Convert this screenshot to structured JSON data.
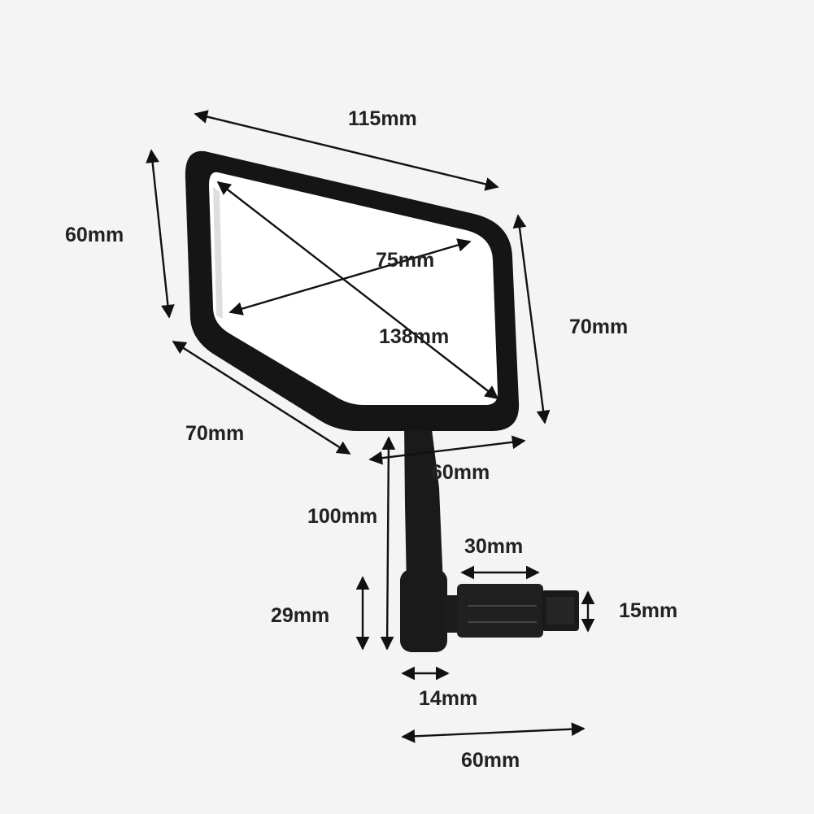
{
  "background": "#f4f4f4",
  "line_color": "#111111",
  "mirror_frame_color": "#141414",
  "mirror_glass_color": "#ffffff",
  "dimensions": {
    "frame_top_width": "115mm",
    "frame_left_height": "60mm",
    "glass_width": "75mm",
    "glass_diagonal": "138mm",
    "frame_right_height": "70mm",
    "frame_bottom_left_edge": "70mm",
    "frame_bottom_width": "60mm",
    "arm_height": "100mm",
    "clamp_length": "30mm",
    "plug_diameter": "15mm",
    "clamp_height": "29mm",
    "clamp_width": "14mm",
    "total_width": "60mm"
  }
}
